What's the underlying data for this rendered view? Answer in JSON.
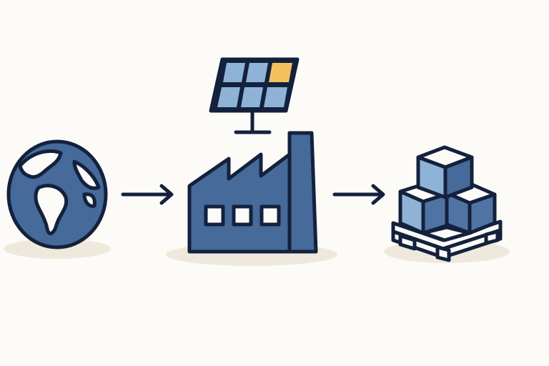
{
  "diagram": {
    "title": "",
    "nodes": [
      {
        "id": "globe",
        "icon": "globe-icon"
      },
      {
        "id": "factory",
        "icon": "factory-with-solar-panel-icon"
      },
      {
        "id": "pallet",
        "icon": "boxes-on-pallet-icon"
      }
    ],
    "edges": [
      {
        "from": "globe",
        "to": "factory",
        "icon": "arrow-right-icon"
      },
      {
        "from": "factory",
        "to": "pallet",
        "icon": "arrow-right-icon"
      }
    ],
    "labels": []
  },
  "colors": {
    "background": "#fcfbf8",
    "outline": "#14213d",
    "primary_blue": "#466a99",
    "light_blue": "#8fb3d6",
    "accent_yellow": "#f5c15c",
    "shadow": "#efe9dd"
  }
}
